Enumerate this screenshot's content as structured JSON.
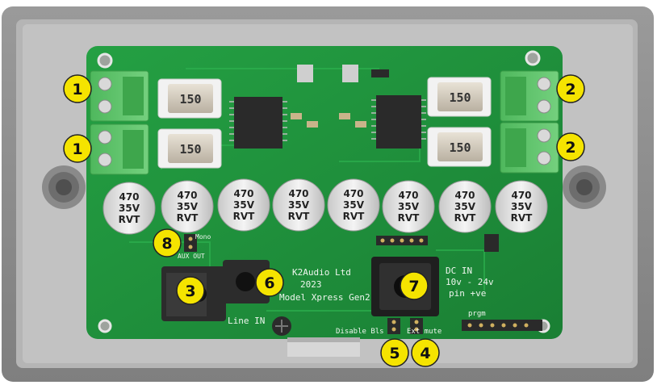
{
  "board": {
    "brand": "K2Audio Ltd",
    "year": "2023",
    "model": "Model Xpress Gen2",
    "power_label": "DC IN",
    "voltage": "10v - 24v",
    "polarity": "pin +ve",
    "line_in": "Line IN",
    "disable_bls": "Disable Bls",
    "ext_mute": "Ext mute",
    "prgm": "prgm",
    "mono": "Mono",
    "aux_out": "AUX OUT",
    "capacitor_value": "470",
    "capacitor_voltage": "35V",
    "capacitor_series": "RVT",
    "inductor_value": "150"
  },
  "callouts": [
    {
      "number": "1"
    },
    {
      "number": "1"
    },
    {
      "number": "2"
    },
    {
      "number": "2"
    },
    {
      "number": "3"
    },
    {
      "number": "4"
    },
    {
      "number": "5"
    },
    {
      "number": "6"
    },
    {
      "number": "7"
    },
    {
      "number": "8"
    }
  ],
  "colors": {
    "enclosure": "#8d8d8d",
    "pcb": "#1f8f3a",
    "terminal": "#59c265",
    "callout": "#f5e400"
  }
}
